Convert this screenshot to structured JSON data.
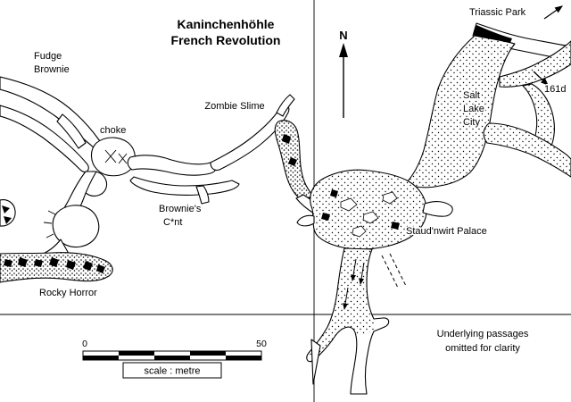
{
  "title": {
    "line1": "Kaninchenhöhle",
    "line2": "French Revolution"
  },
  "north": {
    "label": "N"
  },
  "labels": {
    "fudge_brownie": {
      "line1": "Fudge",
      "line2": "Brownie"
    },
    "choke": "choke",
    "zombie_slime": "Zombie Slime",
    "brownies_cnt": {
      "line1": "Brownie's",
      "line2": "C*nt"
    },
    "rocky_horror": "Rocky Horror",
    "salt_lake_city": {
      "line1": "Salt",
      "line2": "Lake",
      "line3": "City"
    },
    "staudnwirt_palace": "Staud'nwirt Palace",
    "triassic_park": "Triassic Park",
    "station_161d": "161d",
    "note": {
      "line1": "Underlying passages",
      "line2": "omitted for clarity"
    }
  },
  "scale_bar": {
    "start_label": "0",
    "end_label": "50",
    "caption": "scale : metre"
  },
  "colors": {
    "ink": "#000000",
    "background": "#ffffff"
  }
}
